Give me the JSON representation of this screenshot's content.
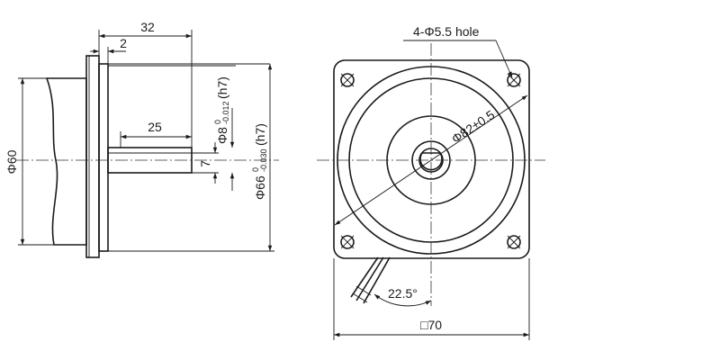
{
  "labels": {
    "hole_callout": "4-Φ5.5 hole",
    "dim_32": "32",
    "dim_2": "2",
    "dim_25": "25",
    "dim_7": "7",
    "dim_phi60": "Φ60",
    "dim_phi8": "Φ8",
    "dim_phi8_upper": "0",
    "dim_phi8_lower": "-0.012",
    "dim_phi8_fit": "(h7)",
    "dim_phi66": "Φ66",
    "dim_phi66_upper": "0",
    "dim_phi66_lower": "-0.030",
    "dim_phi66_fit": "(h7)",
    "dim_phi82": "Φ82±0.5",
    "dim_angle": "22.5°",
    "dim_square": "□70"
  }
}
